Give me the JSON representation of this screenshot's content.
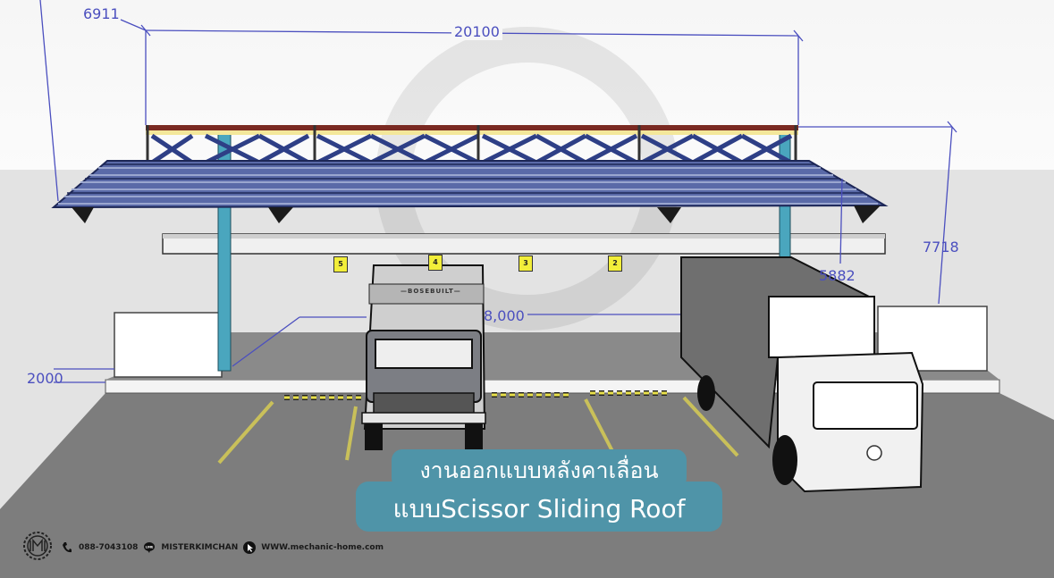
{
  "dimensions": {
    "top_left_offset": "6911",
    "total_width": "20100",
    "right_height": "7718",
    "inner_height": "5882",
    "depth": "8,000",
    "wall_height": "2000"
  },
  "parking_slots": [
    "5",
    "4",
    "3",
    "2"
  ],
  "vehicles": {
    "van_brand": "—BOSEBUILT—"
  },
  "caption": {
    "line1": "งานออกแบบหลังคาเลื่อน",
    "line2": "แบบScissor Sliding Roof"
  },
  "footer": {
    "phone": "088-7043108",
    "line_id": "MISTERKIMCHAN",
    "website": "WWW.mechanic-home.com",
    "logo_text": "MECHANIC"
  },
  "colors": {
    "dimension": "#4b4fbf",
    "roof_blue": "#2e3f86",
    "column_teal": "#4aa6be",
    "caption_bg": "#4f94a8",
    "asphalt": "#7b7b7b"
  }
}
